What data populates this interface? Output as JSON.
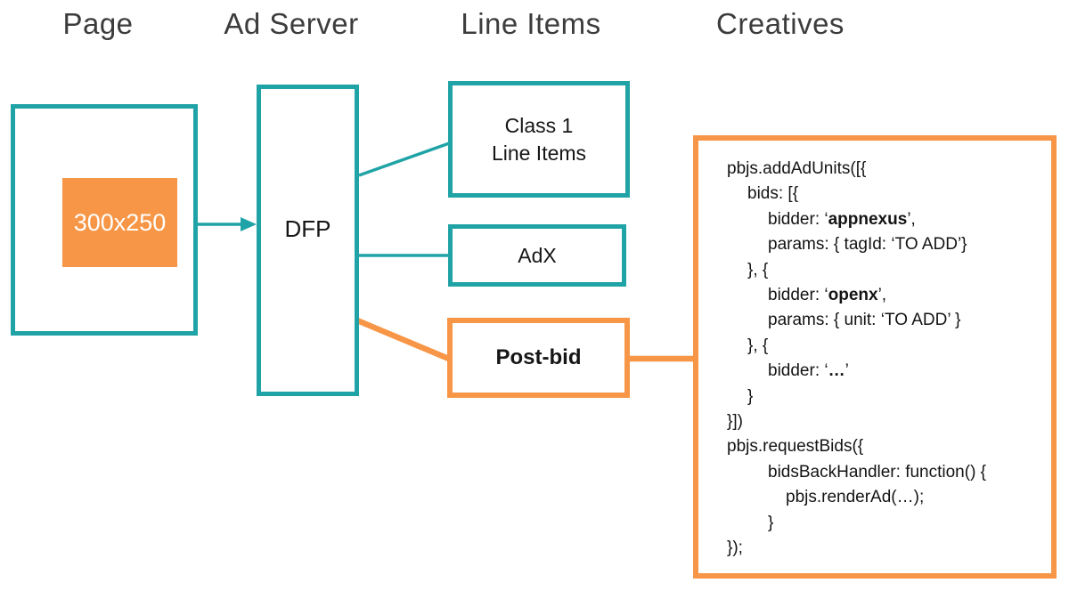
{
  "colors": {
    "teal": "#20A3A6",
    "orange": "#F79646",
    "header_text": "#3C3C3C",
    "code_text": "#141414",
    "slot_text": "#FFFFFF"
  },
  "headers": [
    {
      "label": "Page"
    },
    {
      "label": "Ad Server"
    },
    {
      "label": "Line Items"
    },
    {
      "label": "Creatives"
    }
  ],
  "page": {
    "slot_label": "300x250"
  },
  "ad_server": {
    "dfp_label": "DFP"
  },
  "line_items": {
    "class1": {
      "line1": "Class 1",
      "line2": "Line Items"
    },
    "adx": {
      "label": "AdX"
    },
    "postbid": {
      "label": "Post-bid"
    }
  },
  "creatives": {
    "code_lines": [
      {
        "indent": 0,
        "segments": [
          {
            "t": "pbjs.addAdUnits([{"
          }
        ]
      },
      {
        "indent": 23,
        "segments": [
          {
            "t": "bids: [{"
          }
        ]
      },
      {
        "indent": 46,
        "segments": [
          {
            "t": "bidder: ‘"
          },
          {
            "t": "appnexus",
            "b": true
          },
          {
            "t": "’,"
          }
        ]
      },
      {
        "indent": 46,
        "segments": [
          {
            "t": "params: { tagId: ‘TO ADD’}"
          }
        ]
      },
      {
        "indent": 23,
        "segments": [
          {
            "t": "}, {"
          }
        ]
      },
      {
        "indent": 46,
        "segments": [
          {
            "t": "bidder: ‘"
          },
          {
            "t": "openx",
            "b": true
          },
          {
            "t": "’,"
          }
        ]
      },
      {
        "indent": 46,
        "segments": [
          {
            "t": "params: { unit: ‘TO ADD’ }"
          }
        ]
      },
      {
        "indent": 23,
        "segments": [
          {
            "t": "}, {"
          }
        ]
      },
      {
        "indent": 46,
        "segments": [
          {
            "t": "bidder: ‘"
          },
          {
            "t": "…",
            "b": true
          },
          {
            "t": "’"
          }
        ]
      },
      {
        "indent": 23,
        "segments": [
          {
            "t": "}"
          }
        ]
      },
      {
        "indent": 0,
        "segments": [
          {
            "t": "}])"
          }
        ]
      },
      {
        "indent": 0,
        "segments": [
          {
            "t": "pbjs.requestBids({"
          }
        ]
      },
      {
        "indent": 46,
        "segments": [
          {
            "t": "bidsBackHandler: function() {"
          }
        ]
      },
      {
        "indent": 66,
        "segments": [
          {
            "t": "pbjs.renderAd(…);"
          }
        ]
      },
      {
        "indent": 46,
        "segments": [
          {
            "t": "}"
          }
        ]
      },
      {
        "indent": 0,
        "segments": [
          {
            "t": "});"
          }
        ]
      }
    ]
  }
}
